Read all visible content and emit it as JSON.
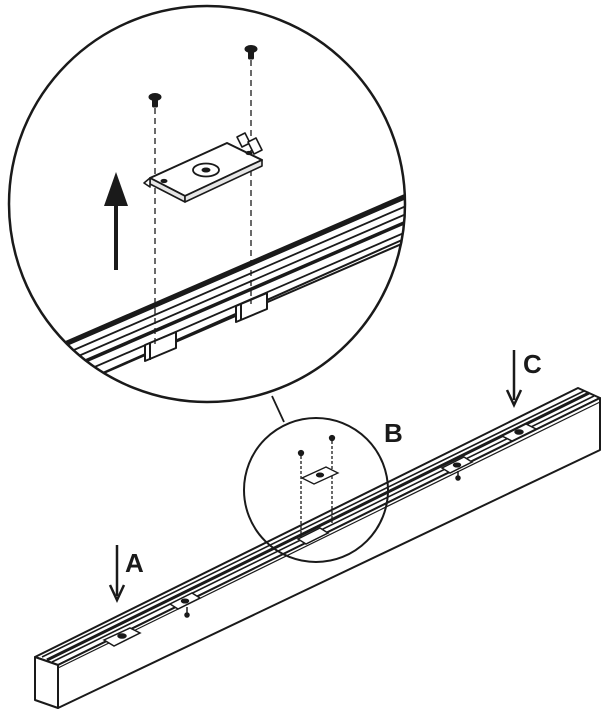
{
  "labels": {
    "a": "A",
    "b": "B",
    "c": "C"
  },
  "colors": {
    "ink": "#1a1a1a",
    "paper": "#ffffff",
    "shade": "#e6e6e6"
  },
  "icons": {
    "direction_arrow": "arrow-up-icon",
    "pointer_arrow": "arrow-down-icon"
  }
}
